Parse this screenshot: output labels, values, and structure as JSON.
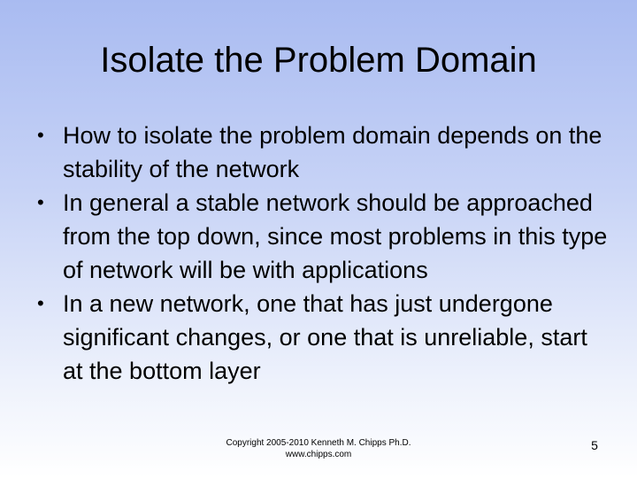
{
  "slide": {
    "title": "Isolate the Problem Domain",
    "bullet_marker": "•",
    "bullets": [
      "How to isolate the problem domain depends on the stability of the network",
      "In general a stable network should be approached from the top down, since most problems in this type of network will be with applications",
      "In a new network, one that has just undergone significant changes, or one that is unreliable, start at the bottom layer"
    ],
    "footer": {
      "copyright": "Copyright 2005-2010  Kenneth M. Chipps Ph.D.",
      "website": "www.chipps.com"
    },
    "page_number": "5"
  }
}
